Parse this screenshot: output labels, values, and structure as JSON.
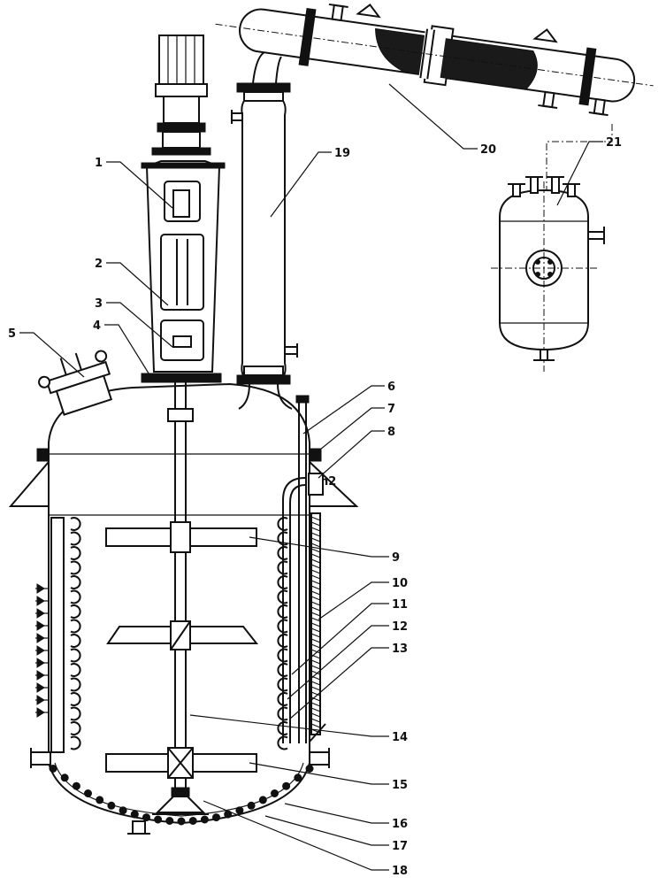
{
  "labels": {
    "l1": "1",
    "l2": "2",
    "l3": "3",
    "l4": "4",
    "l5": "5",
    "l6": "6",
    "l7": "7",
    "l8": "8",
    "l9": "9",
    "l10": "10",
    "l11": "11",
    "l12": "12",
    "l13": "13",
    "l14": "14",
    "l15": "15",
    "l16": "16",
    "l17": "17",
    "l18": "18",
    "l19": "19",
    "l20": "20",
    "l21": "21",
    "n2": "n2"
  }
}
